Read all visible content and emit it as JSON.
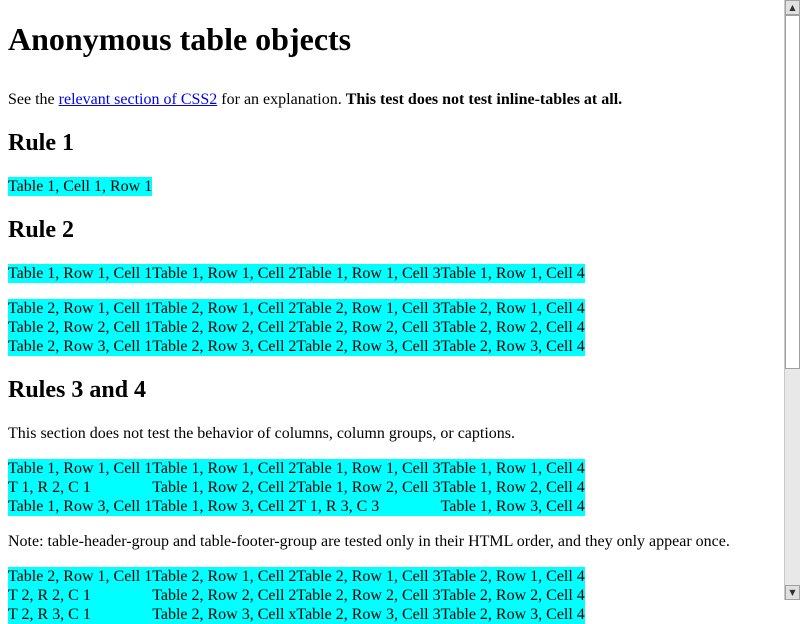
{
  "page": {
    "title": "Anonymous table objects",
    "intro_prefix": "See the ",
    "intro_link": "relevant section of CSS2",
    "intro_middle": " for an explanation. ",
    "intro_bold": "This test does not test inline-tables at all."
  },
  "rule1": {
    "heading": "Rule 1",
    "table": [
      [
        "Table 1, Cell 1, Row 1"
      ]
    ]
  },
  "rule2": {
    "heading": "Rule 2",
    "table1": [
      [
        "Table 1, Row 1, Cell 1",
        "Table 1, Row 1, Cell 2",
        "Table 1, Row 1, Cell 3",
        "Table 1, Row 1, Cell 4"
      ]
    ],
    "table2": [
      [
        "Table 2, Row 1, Cell 1",
        "Table 2, Row 1, Cell 2",
        "Table 2, Row 1, Cell 3",
        "Table 2, Row 1, Cell 4"
      ],
      [
        "Table 2, Row 2, Cell 1",
        "Table 2, Row 2, Cell 2",
        "Table 2, Row 2, Cell 3",
        "Table 2, Row 2, Cell 4"
      ],
      [
        "Table 2, Row 3, Cell 1",
        "Table 2, Row 3, Cell 2",
        "Table 2, Row 3, Cell 3",
        "Table 2, Row 3, Cell 4"
      ]
    ]
  },
  "rules34": {
    "heading": "Rules 3 and 4",
    "note": "This section does not test the behavior of columns, column groups, or captions.",
    "table1": [
      [
        "Table 1, Row 1, Cell 1",
        "Table 1, Row 1, Cell 2",
        "Table 1, Row 1, Cell 3",
        "Table 1, Row 1, Cell 4"
      ],
      [
        "T 1, R 2, C 1",
        "Table 1, Row 2, Cell 2",
        "Table 1, Row 2, Cell 3",
        "Table 1, Row 2, Cell 4"
      ],
      [
        "Table 1, Row 3, Cell 1",
        "Table 1, Row 3, Cell 2",
        "T 1, R 3, C 3",
        "Table 1, Row 3, Cell 4"
      ]
    ],
    "note2": "Note: table-header-group and table-footer-group are tested only in their HTML order, and they only appear once.",
    "table2": [
      [
        "Table 2, Row 1, Cell 1",
        "Table 2, Row 1, Cell 2",
        "Table 2, Row 1, Cell 3",
        "Table 2, Row 1, Cell 4"
      ],
      [
        "T 2, R 2, C 1",
        "Table 2, Row 2, Cell 2",
        "Table 2, Row 2, Cell 3",
        "Table 2, Row 2, Cell 4"
      ],
      [
        "T 2, R 3, C 1",
        "Table 2, Row 3, Cell x",
        "Table 2, Row 3, Cell 3",
        "Table 2, Row 3, Cell 4"
      ]
    ]
  },
  "colors": {
    "table_bg": "#00ffff",
    "link": "#0000ee"
  },
  "scrollbar": {
    "up_icon": "up-arrow-icon",
    "down_icon": "down-arrow-icon",
    "up_glyph": "▲",
    "down_glyph": "▼"
  }
}
